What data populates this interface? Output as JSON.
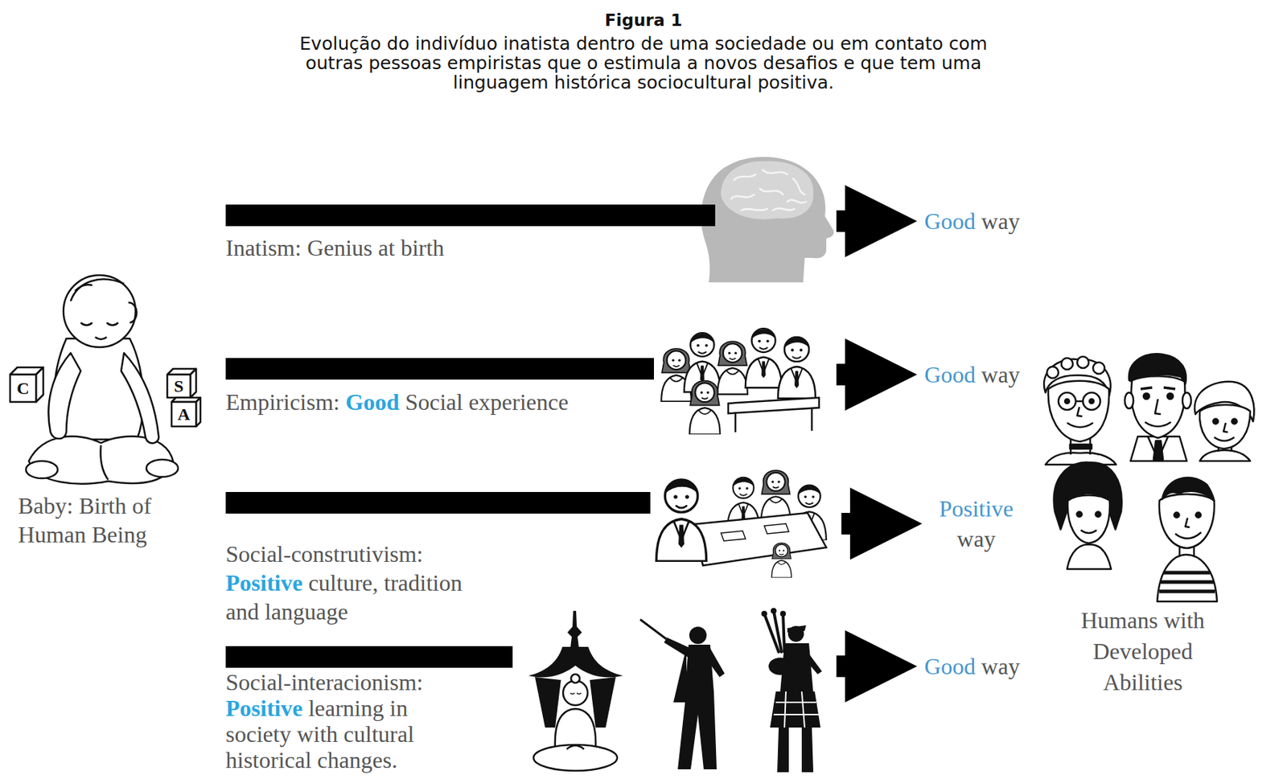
{
  "diagram": {
    "title": "Figura 1",
    "caption": "Evolução do indivíduo inatista dentro de uma sociedade ou em contato com outras pessoas empiristas que o estimula a novos desafios e que tem uma linguagem histórica sociocultural positiva.",
    "nodes": [
      {
        "text": [
          "Baby: Birth of Human Being"
        ]
      },
      {
        "text": [
          "Inatism: Genius at birth"
        ]
      },
      {
        "text": [
          "Good way"
        ]
      },
      {
        "text": [
          "Empiricism: Good Social experience"
        ]
      },
      {
        "text": [
          "Good way"
        ]
      },
      {
        "text": [
          "Social-construtivism: Positive culture, tradition and language"
        ]
      },
      {
        "text": [
          "Positive way"
        ]
      },
      {
        "text": [
          "Social-interacionism: Positive learning in society with cultural historical changes."
        ]
      },
      {
        "text": [
          "Good way"
        ]
      },
      {
        "text": [
          "Humans with Developed Abilities"
        ]
      }
    ],
    "edges": [
      {
        "from": 1,
        "to": 2,
        "arrow": "to"
      },
      {
        "from": 3,
        "to": 4,
        "arrow": "to"
      },
      {
        "from": 5,
        "to": 6,
        "arrow": "to"
      },
      {
        "from": 7,
        "to": 8,
        "arrow": "to"
      }
    ],
    "labels": [
      "C",
      "S",
      "A"
    ]
  }
}
